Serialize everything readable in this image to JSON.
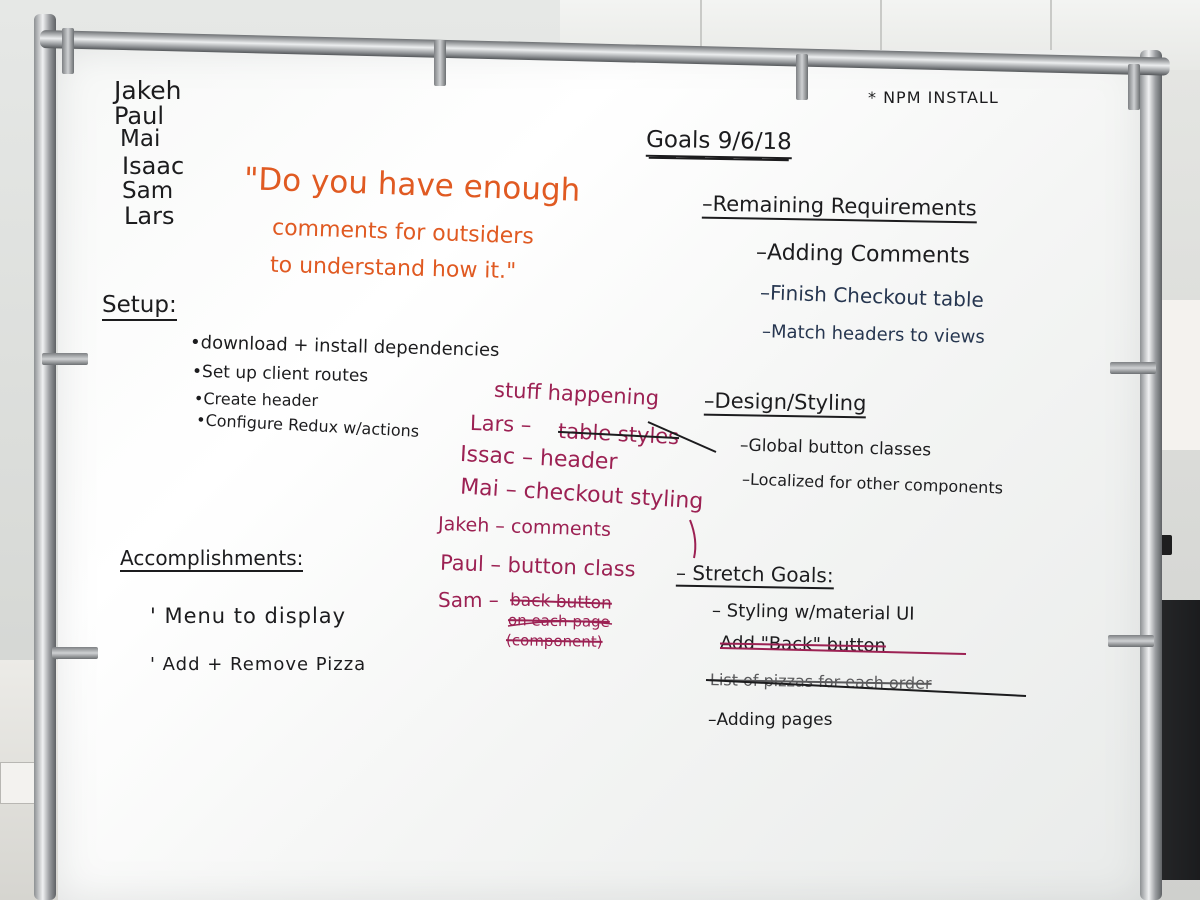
{
  "whiteboard": {
    "team_names": [
      "Jakeh",
      "Paul",
      "Mai",
      "Isaac",
      "Sam",
      "Lars"
    ],
    "quote_line1": "\"Do you have enough",
    "quote_line2": "comments for outsiders",
    "quote_line3": "to understand how it.\"",
    "npm_note": "* NPM INSTALL",
    "goals_title": "Goals 9/6/18",
    "setup": {
      "heading": "Setup:",
      "items": [
        "•download + install dependencies",
        "•Set up client routes",
        "•Create header",
        "•Configure Redux w/actions"
      ]
    },
    "stuff_happening": {
      "heading": "stuff happening",
      "lars": "Lars –",
      "lars_struck": "table styles",
      "isaac": "Issac – header",
      "mai": "Mai – checkout styling",
      "jakeh": "Jakeh – comments",
      "paul": "Paul – button class",
      "sam": "Sam –",
      "sam_struck1": "back button",
      "sam_struck2": "on each page",
      "sam_struck3": "(component)"
    },
    "accomplishments": {
      "heading": "Accomplishments:",
      "items": [
        "' Menu to display",
        "' Add + Remove Pizza"
      ]
    },
    "remaining": {
      "heading": "–Remaining Requirements",
      "items": [
        "–Adding Comments",
        "–Finish Checkout table",
        "–Match headers to views"
      ]
    },
    "design": {
      "heading": "–Design/Styling",
      "items": [
        "–Global button classes",
        "–Localized for other components"
      ]
    },
    "stretch": {
      "heading": "– Stretch Goals:",
      "item1": "– Styling w/material UI",
      "item2_struck": "Add \"Back\" button",
      "item3_struck": "List of pizzas for each order",
      "item4": "–Adding pages"
    }
  },
  "colors": {
    "black_ink": "#1c1c1e",
    "navy_ink": "#263650",
    "orange_ink": "#e05a22",
    "magenta_ink": "#9c2153"
  }
}
